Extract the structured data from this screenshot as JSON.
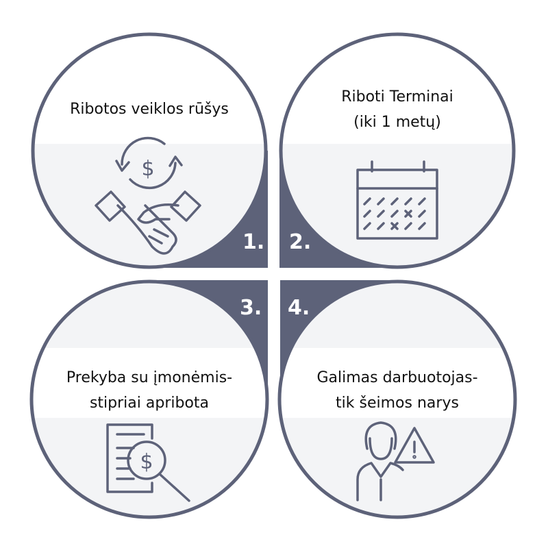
{
  "colors": {
    "accent": "#5d6279",
    "panel": "#f3f4f6"
  },
  "items": [
    {
      "number": "1.",
      "line1": "Ribotos veiklos rūšys",
      "line2": "",
      "icon": "handshake-money-icon"
    },
    {
      "number": "2.",
      "line1": "Riboti Terminai",
      "line2": "(iki 1 metų)",
      "icon": "calendar-icon"
    },
    {
      "number": "3.",
      "line1": "Prekyba su įmonėmis-",
      "line2": "stipriai apribota",
      "icon": "document-search-dollar-icon"
    },
    {
      "number": "4.",
      "line1": "Galimas darbuotojas-",
      "line2": "tik šeimos narys",
      "icon": "person-warning-icon"
    }
  ]
}
